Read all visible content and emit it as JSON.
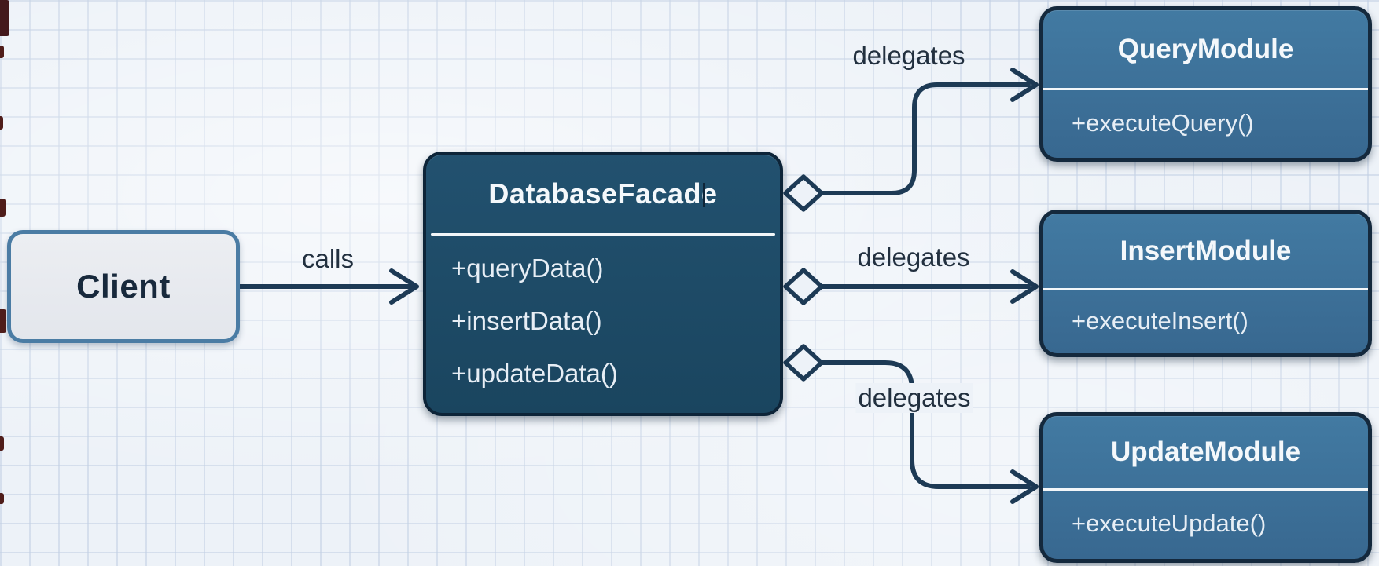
{
  "nodes": {
    "client": {
      "title": "Client"
    },
    "facade": {
      "title": "DatabaseFacade",
      "methods": [
        "+queryData()",
        "+insertData()",
        "+updateData()"
      ]
    },
    "query_module": {
      "title": "QueryModule",
      "methods": [
        "+executeQuery()"
      ]
    },
    "insert_module": {
      "title": "InsertModule",
      "methods": [
        "+executeInsert()"
      ]
    },
    "update_module": {
      "title": "UpdateModule",
      "methods": [
        "+executeUpdate()"
      ]
    }
  },
  "edges": {
    "client_to_facade": {
      "label": "calls"
    },
    "facade_to_query": {
      "label": "delegates"
    },
    "facade_to_insert": {
      "label": "delegates"
    },
    "facade_to_update": {
      "label": "delegates"
    }
  },
  "colors": {
    "background": "#edf2f8",
    "grid_line": "#c8d4e4",
    "facade_fill": "#1d4a6e",
    "module_fill": "#3e739c",
    "client_fill": "#e8ebf0",
    "client_border": "#4b7ca4",
    "connector": "#1d3a55",
    "label_text": "#22303f",
    "box_text": "#f4f8fb"
  }
}
